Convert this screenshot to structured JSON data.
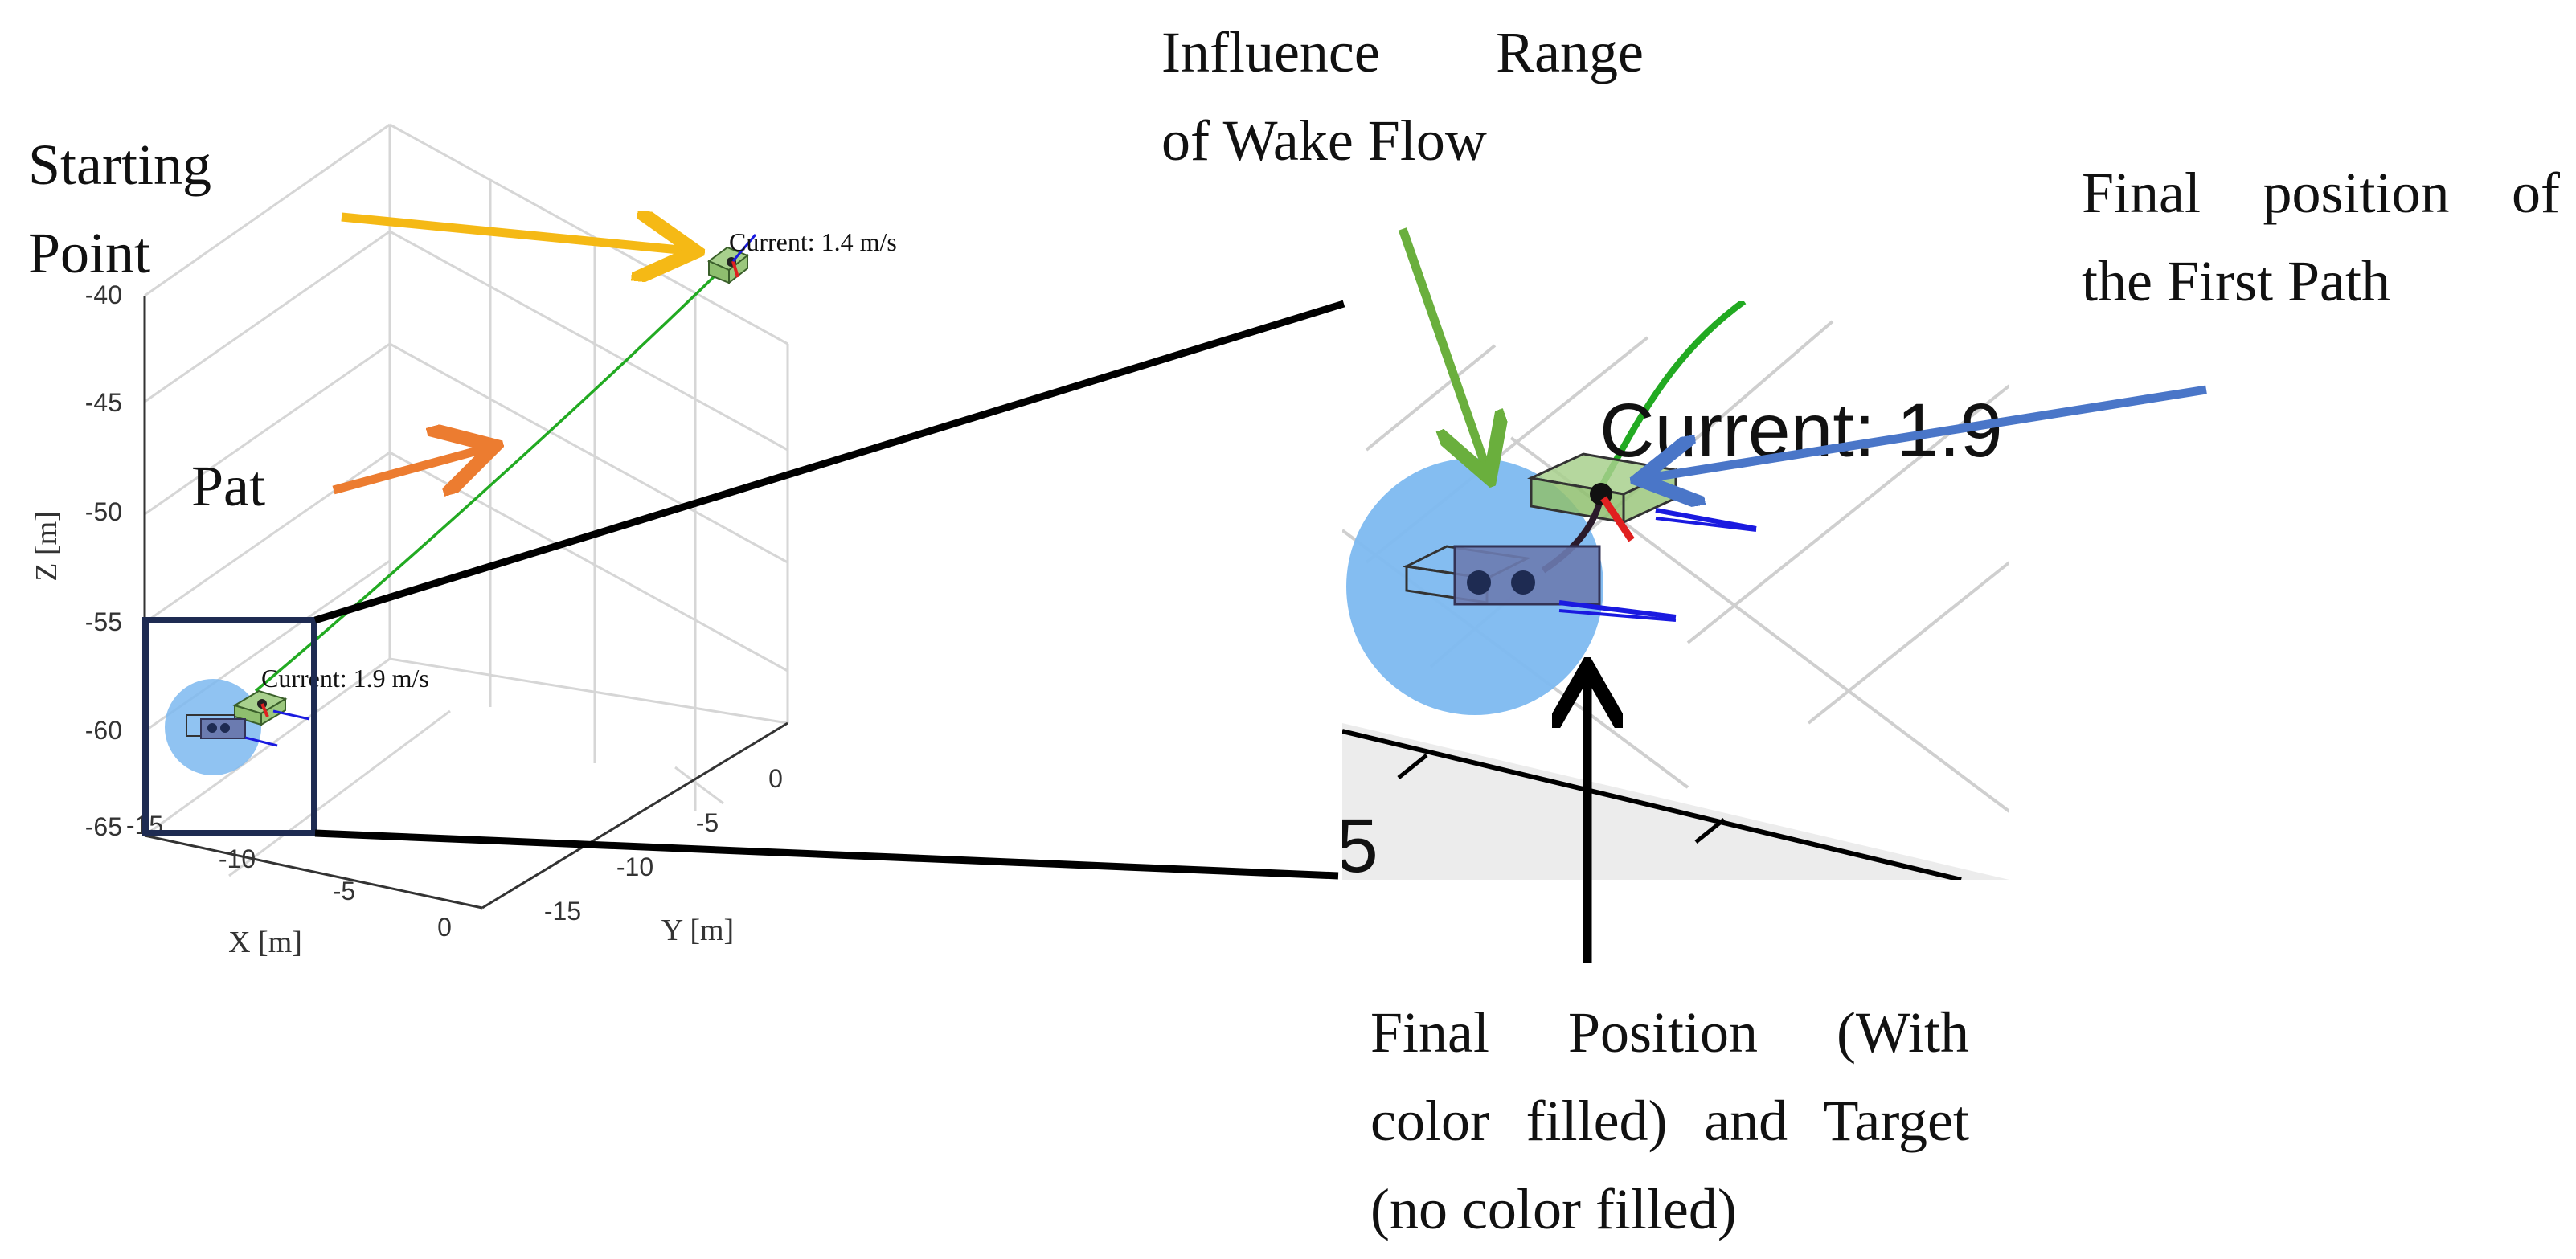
{
  "annotations": {
    "starting_point": [
      "Starting",
      "Point"
    ],
    "path": "Pat",
    "wake_flow": [
      "Influence Range",
      "of Wake Flow"
    ],
    "final_first_path": [
      "Final position of",
      "the First Path"
    ],
    "final_target": [
      "Final Position (With",
      "color filled) and Target",
      "(no color filled)"
    ]
  },
  "plot": {
    "z_axis_label": "Z [m]",
    "x_axis_label": "X [m]",
    "y_axis_label": "Y [m]",
    "z_ticks": [
      "-40",
      "-45",
      "-50",
      "-55",
      "-60",
      "-65"
    ],
    "x_ticks": [
      "-15",
      "-10",
      "-5",
      "0"
    ],
    "y_ticks": [
      "0",
      "-5",
      "-10",
      "-15"
    ],
    "current_top": "Current: 1.4 m/s",
    "current_bottom": "Current: 1.9 m/s"
  },
  "zoom": {
    "current_label": "Current: 1.9",
    "tick_fragment": "5"
  },
  "colors": {
    "yellow_arrow": "#f5b915",
    "orange_arrow": "#ec7c30",
    "green_arrow": "#6aaf3d",
    "blue_arrow": "#4a76c8",
    "path_green": "#22aa22",
    "wake_blue": "#7db9f0",
    "vehicle_fill": "#6b7bb0",
    "start_fill": "#a8d08d",
    "frame": "#1e2b52"
  }
}
